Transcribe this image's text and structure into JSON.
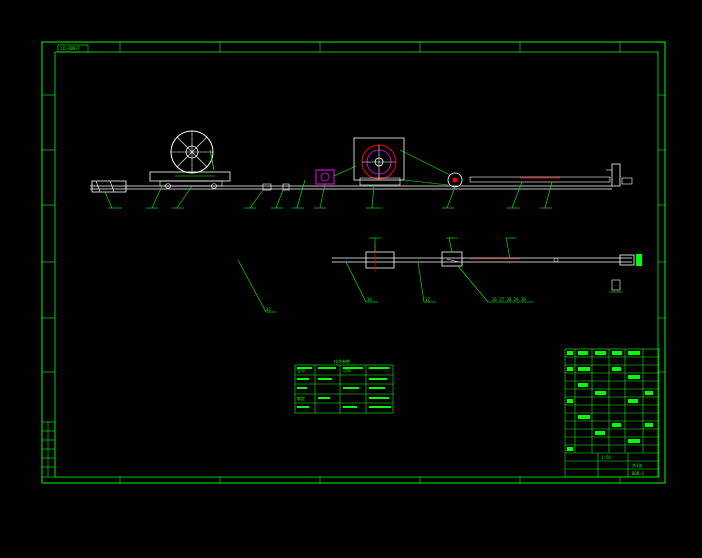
{
  "drawing": {
    "corner_tag": "CD-BDB/F",
    "table_title": "技术参数",
    "table_rows": [
      [
        "型号",
        "",
        "功率",
        ""
      ],
      [
        "",
        "",
        "",
        ""
      ],
      [
        "",
        "",
        "",
        ""
      ],
      [
        "额定",
        "",
        "",
        ""
      ],
      [
        "",
        "",
        "",
        ""
      ]
    ],
    "callouts": [
      "32",
      "34",
      "12",
      "26 27 28 29 30"
    ],
    "title_block": {
      "drawing_no": "BDB-1",
      "scale": "1:50",
      "sheet": "共1张"
    }
  },
  "colors": {
    "background": "#000000",
    "frame": "#00ff00",
    "detail": "#ffffff",
    "accent_magenta": "#ff00ff",
    "accent_red": "#ff0000"
  }
}
